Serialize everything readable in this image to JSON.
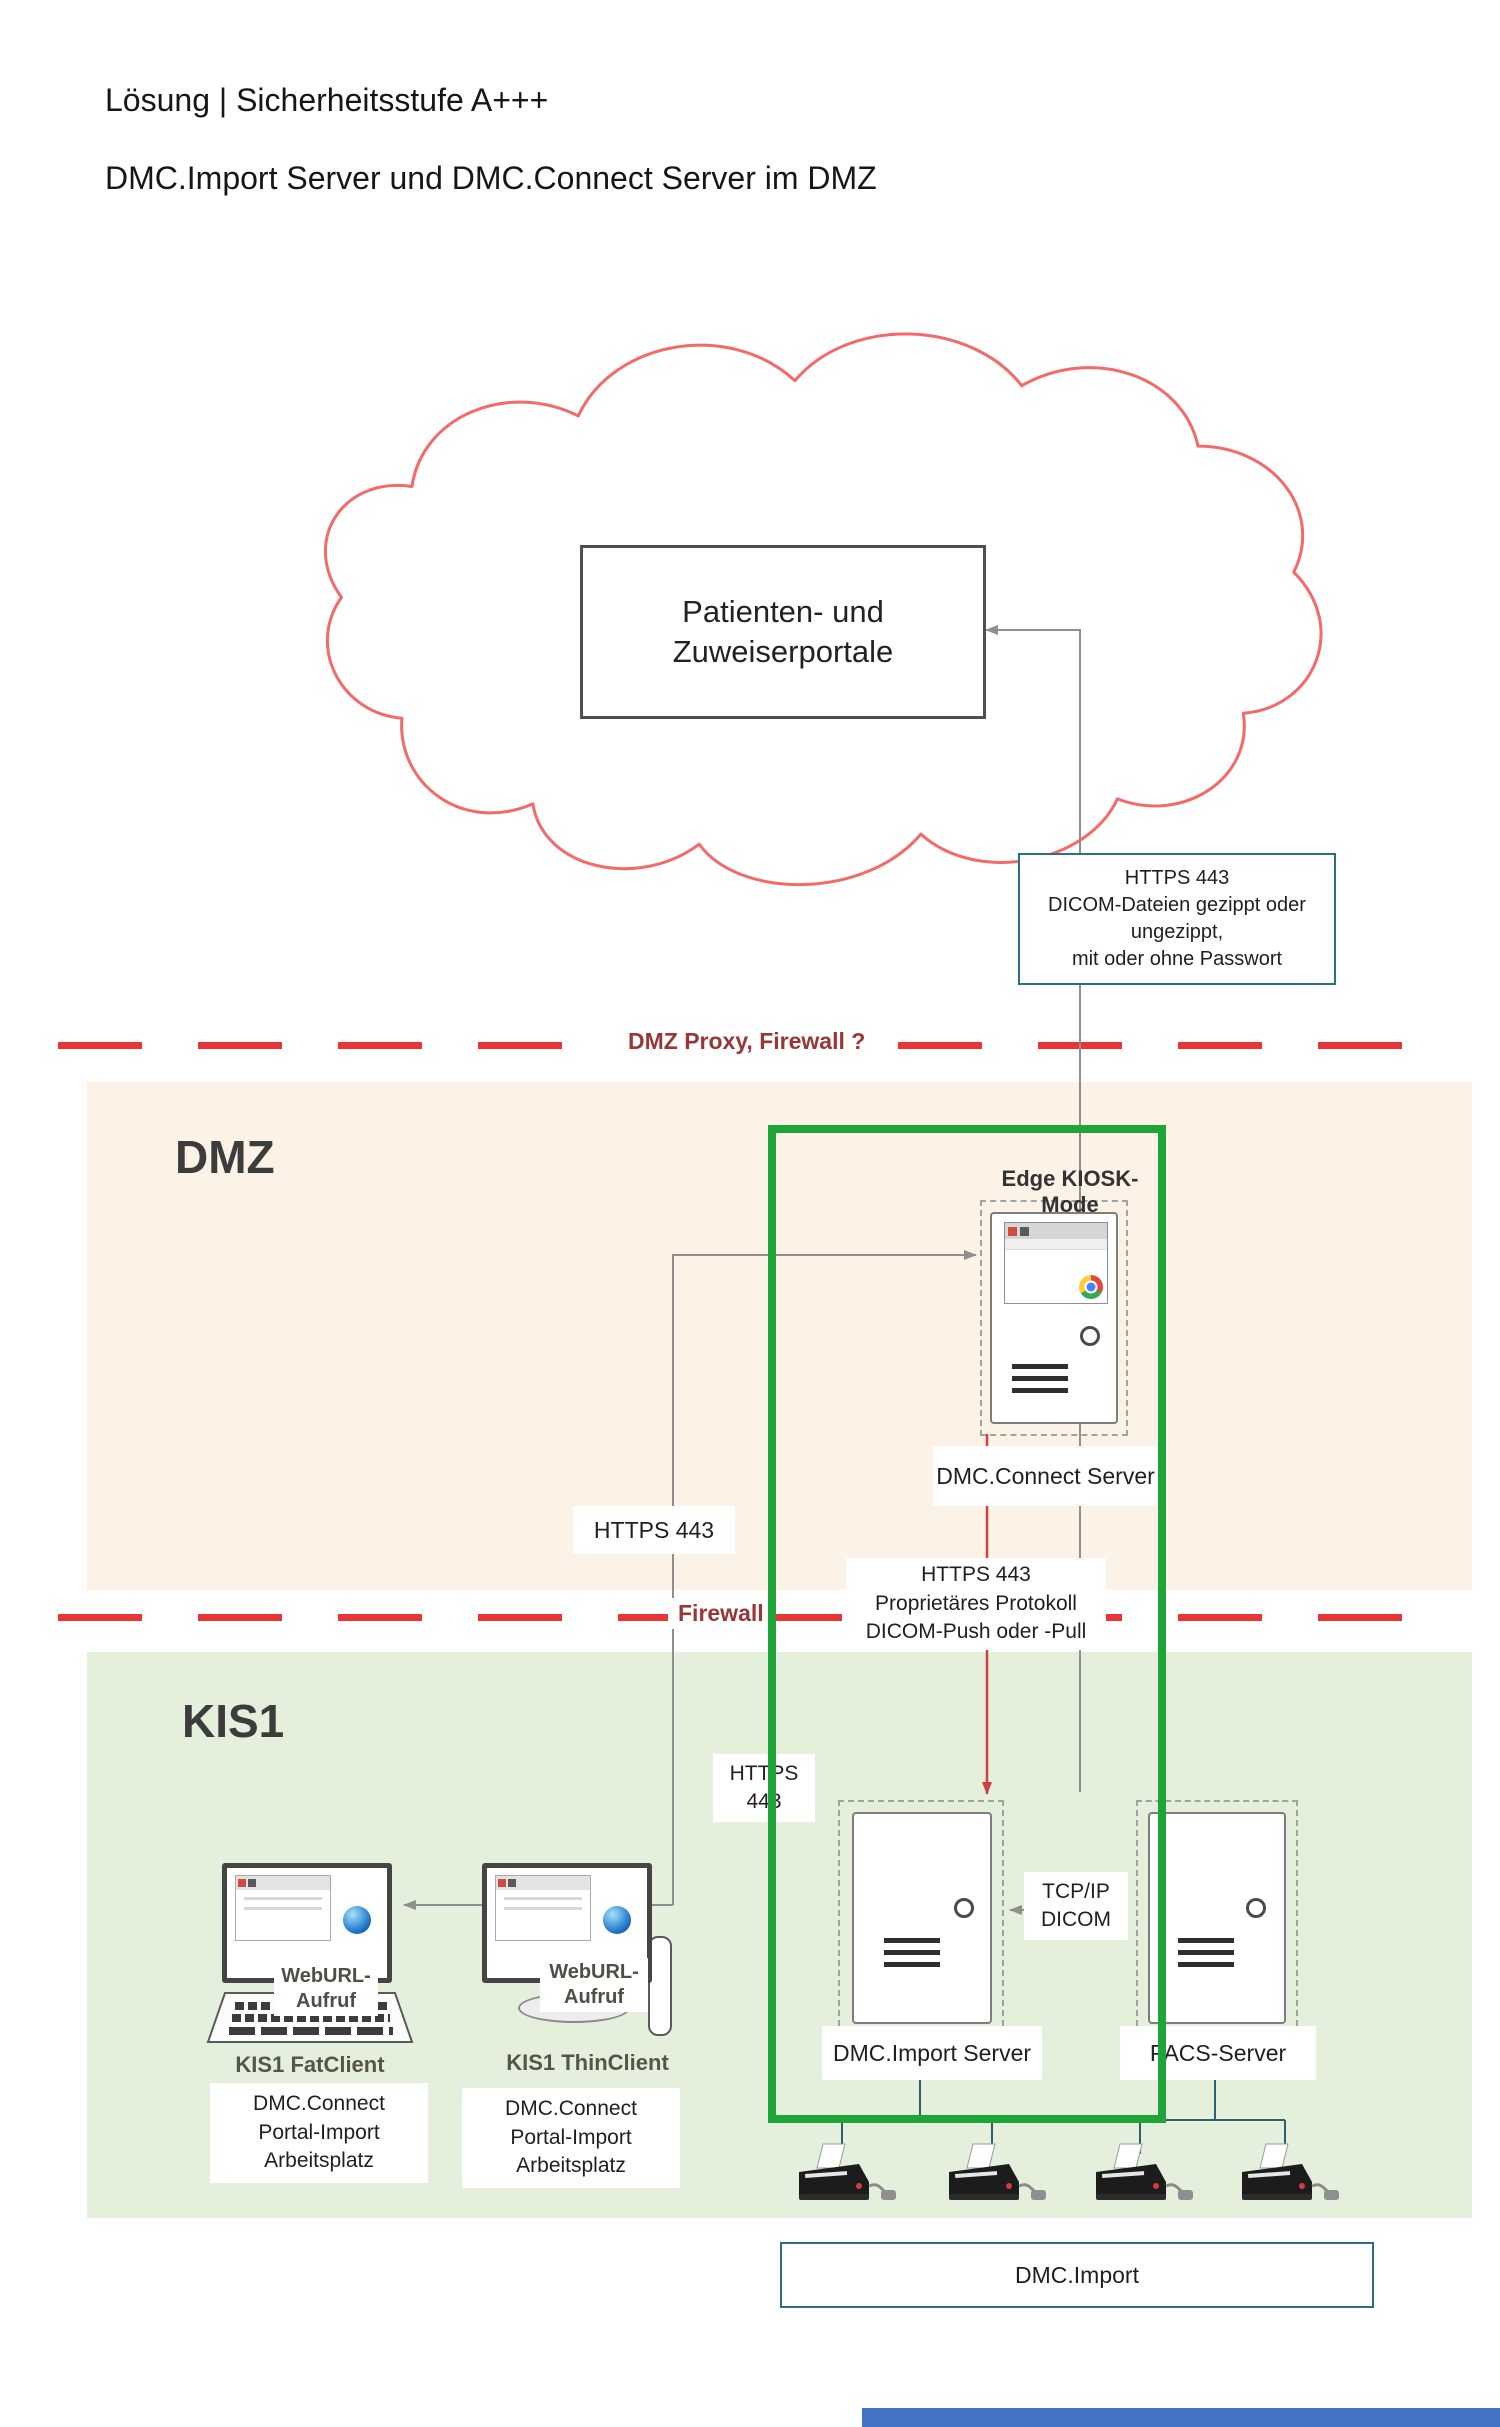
{
  "header": {
    "title": "Lösung | Sicherheitsstufe A+++",
    "subtitle": "DMC.Import Server und DMC.Connect Server im DMZ"
  },
  "zones": {
    "dmz": "DMZ",
    "kis1": "KIS1"
  },
  "cloud": {
    "portal_line1": "Patienten- und",
    "portal_line2": "Zuweiserportale"
  },
  "connections": {
    "https_portal_l1": "HTTPS 443",
    "https_portal_l2": "DICOM-Dateien gezippt oder",
    "https_portal_l3": "ungezippt,",
    "https_portal_l4": "mit oder ohne Passwort",
    "dmz_boundary_label": "DMZ Proxy, Firewall ?",
    "https_connect_label": "HTTPS 443",
    "https_prop_l1": "HTTPS 443",
    "https_prop_l2": "Proprietäres Protokoll",
    "https_prop_l3": "DICOM-Push oder -Pull",
    "firewall_label": "Firewall",
    "https_kis_l1": "HTTPS",
    "https_kis_l2": "443",
    "tcpip_l1": "TCP/IP",
    "tcpip_l2": "DICOM"
  },
  "nodes": {
    "edge_kiosk_label": "Edge KIOSK-Mode",
    "dmc_connect_label": "DMC.Connect Server",
    "dmc_import_label": "DMC.Import Server",
    "pacs_label": "PACS-Server",
    "fatclient_label": "KIS1 FatClient",
    "thinclient_label": "KIS1 ThinClient",
    "weburl_fat_l1": "WebURL-",
    "weburl_fat_l2": "Aufruf",
    "weburl_thin_l1": "WebURL-",
    "weburl_thin_l2": "Aufruf",
    "arbeitsplatz_fat_l1": "DMC.Connect",
    "arbeitsplatz_fat_l2": "Portal-Import",
    "arbeitsplatz_fat_l3": "Arbeitsplatz",
    "arbeitsplatz_thin_l1": "DMC.Connect",
    "arbeitsplatz_thin_l2": "Portal-Import",
    "arbeitsplatz_thin_l3": "Arbeitsplatz",
    "dmc_import_group_label": "DMC.Import"
  },
  "colors": {
    "cloud_stroke": "#f26a6a",
    "dashed_line_red": "#e93535",
    "boundary_text_red": "#993636",
    "secure_frame_green": "#1ea437",
    "teal_border": "#2a6f82",
    "dmz_background": "#fcf2e6",
    "kis1_background": "#e5f0dc",
    "footer_bar_blue": "#4472c4"
  }
}
